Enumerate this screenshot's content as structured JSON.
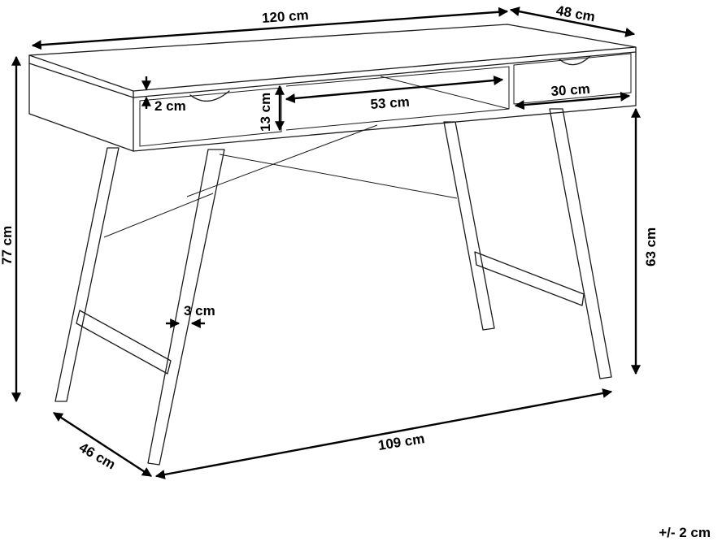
{
  "diagram": {
    "labels": {
      "top_width": "120 cm",
      "top_depth": "48 cm",
      "total_height": "77 cm",
      "leg_clear_height": "63 cm",
      "base_depth": "46 cm",
      "base_width": "109 cm",
      "top_thickness": "2 cm",
      "apron_height": "13 cm",
      "shelf_width": "53 cm",
      "drawer_width": "30 cm",
      "leg_width": "3 cm"
    },
    "tolerance": "+/- 2 cm"
  }
}
